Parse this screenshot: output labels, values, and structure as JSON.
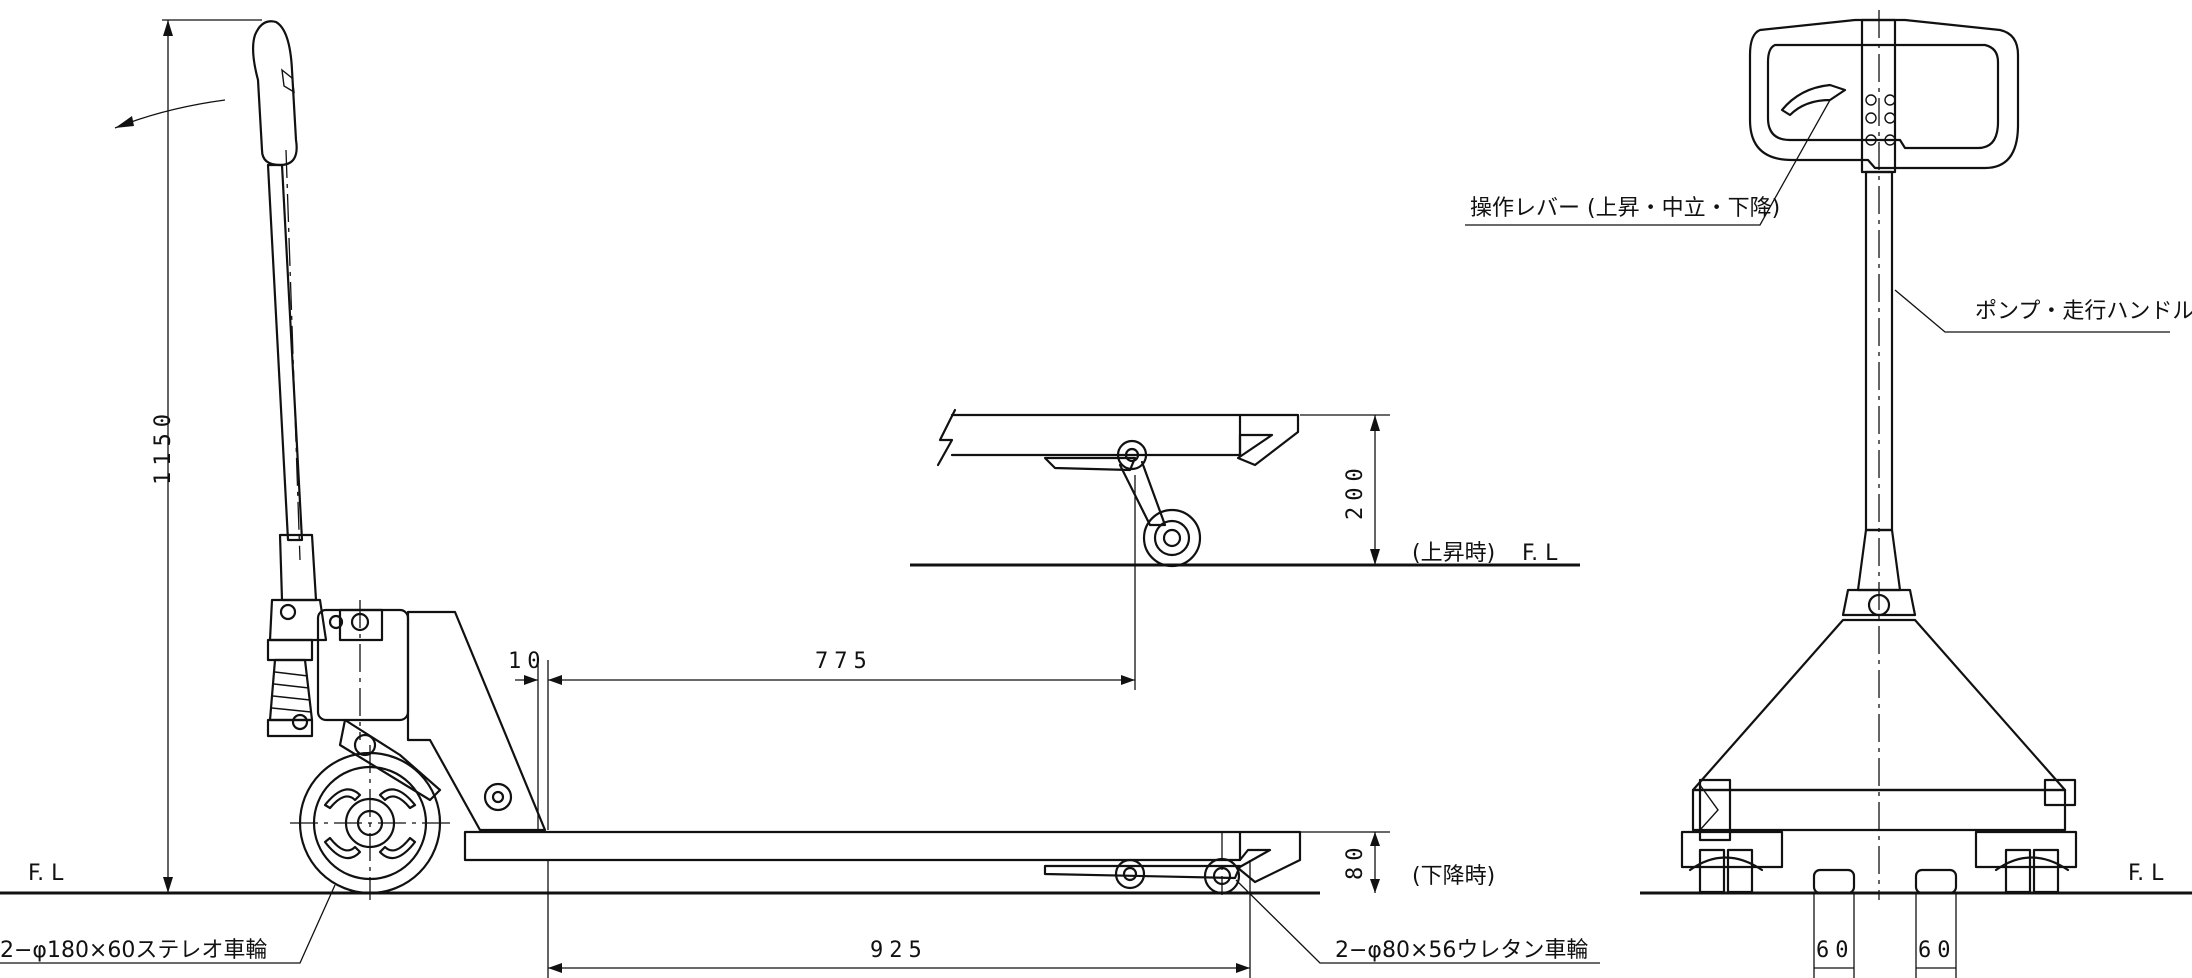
{
  "dimensions": {
    "height_total": "1150",
    "lift_height": "200",
    "lowered_height": "80",
    "overhang": "10",
    "wheel_offset": "775",
    "fork_length": "925",
    "track_left": "60",
    "track_right": "60"
  },
  "labels": {
    "floor_left": "F. L",
    "floor_right": "F. L",
    "floor_raised": "F. L",
    "raised_state": "(上昇時)",
    "lowered_state": "(下降時)",
    "steer_wheel": "2−φ180×60ステレオ車輪",
    "load_wheel": "2−φ80×56ウレタン車輪",
    "lever": "操作レバー (上昇・中立・下降)",
    "handle": "ポンプ・走行ハンドル"
  }
}
